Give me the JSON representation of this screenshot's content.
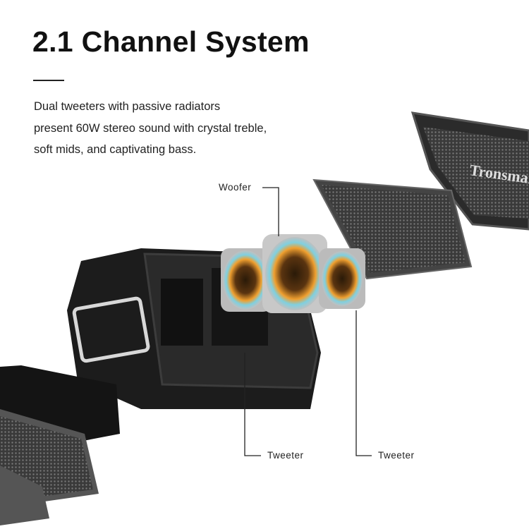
{
  "title": "2.1 Channel System",
  "description": [
    "Dual tweeters with passive radiators",
    "present 60W stereo sound with crystal treble,",
    "soft mids, and captivating bass."
  ],
  "labels": {
    "woofer": "Woofer",
    "tweeter_left": "Tweeter",
    "tweeter_right": "Tweeter"
  },
  "brand_logo": "Tronsmart",
  "colors": {
    "text": "#111111",
    "speaker_body": "#1c1c1c",
    "driver_glow": "#f0a030"
  }
}
